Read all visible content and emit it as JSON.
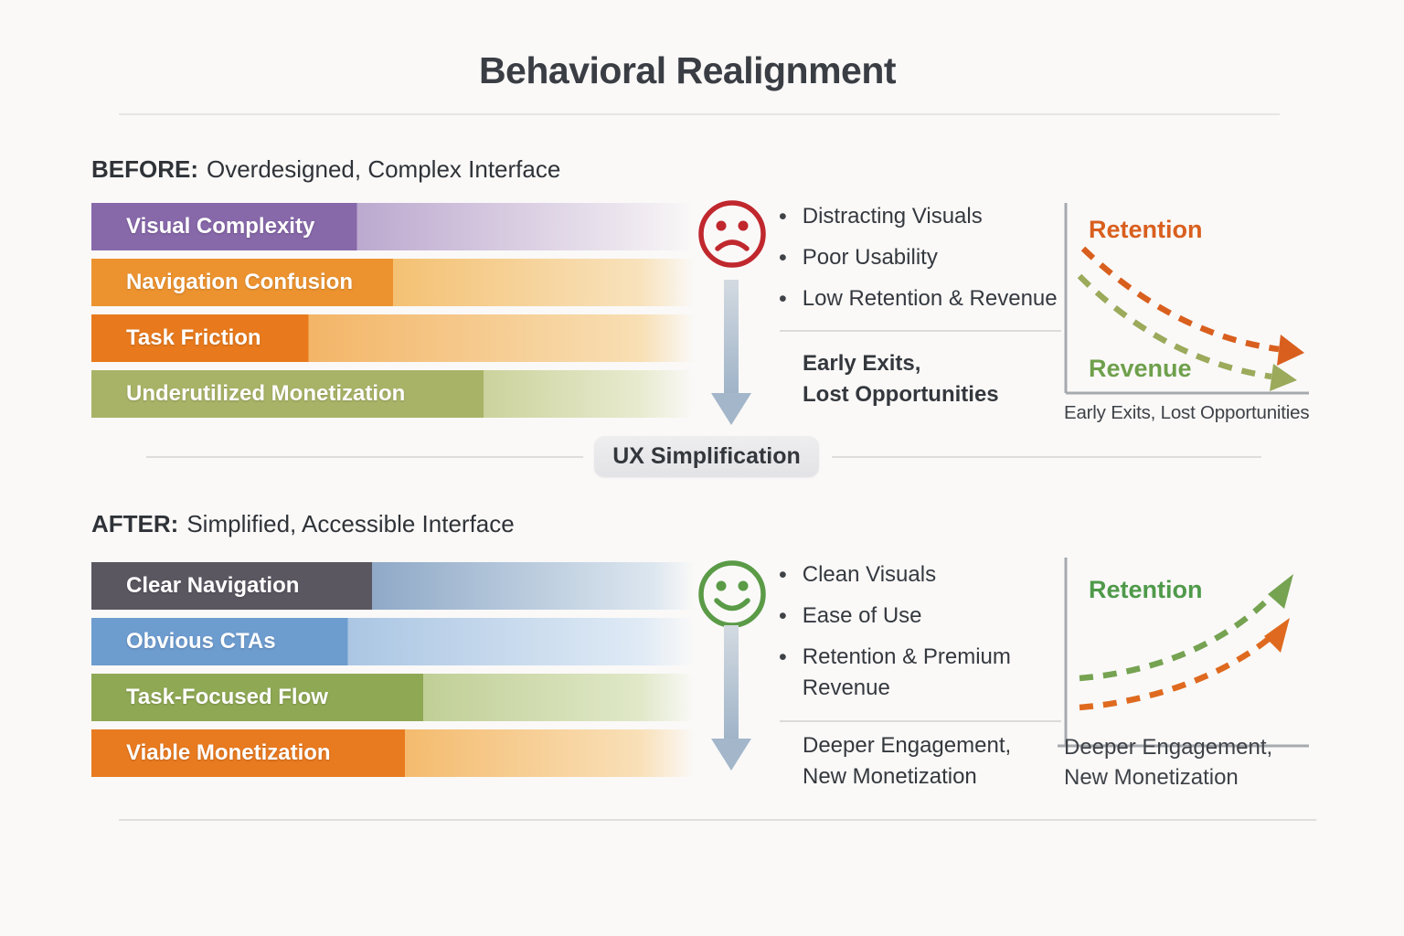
{
  "header": {
    "title": "Behavioral Realignment"
  },
  "transition": {
    "label": "UX Simplification"
  },
  "before": {
    "heading_prefix": "BEFORE:",
    "heading_rest": "Overdesigned, Complex Interface",
    "mood_icon": "sad-face-icon",
    "mood_color": "#C0282E",
    "bars": [
      {
        "label": "Visual Complexity",
        "color": "#8768A9",
        "color_light": "#BCA9CF",
        "color_faint": "#EFE9F0",
        "solid_pct": 44,
        "light_pct": 91
      },
      {
        "label": "Navigation Confusion",
        "color": "#EC9330",
        "color_light": "#F4C173",
        "color_faint": "#F8E2BC",
        "solid_pct": 50,
        "light_pct": 91
      },
      {
        "label": "Task Friction",
        "color": "#E87A1D",
        "color_light": "#F3B567",
        "color_faint": "#F8DFB4",
        "solid_pct": 36,
        "light_pct": 91
      },
      {
        "label": "Underutilized Monetization",
        "color": "#A9B367",
        "color_light": "#CCD29C",
        "color_faint": "#E8EBCF",
        "solid_pct": 65,
        "light_pct": 91
      }
    ],
    "bullets": [
      "Distracting Visuals",
      "Poor Usability",
      "Low Retention & Revenue"
    ],
    "outcome_line1": "Early Exits,",
    "outcome_line2": "Lost Opportunities",
    "chart": {
      "retention_label": "Retention",
      "retention_color": "#D95F1E",
      "retention_curve_color": "#D95F1E",
      "revenue_label": "Revenue",
      "revenue_label_color": "#6FA04C",
      "revenue_curve_color": "#9BAA5B",
      "trend": "declining",
      "caption": "Early Exits, Lost Opportunities"
    }
  },
  "after": {
    "heading_prefix": "AFTER:",
    "heading_rest": "Simplified, Accessible Interface",
    "mood_icon": "happy-face-icon",
    "mood_color": "#5B9B47",
    "bars": [
      {
        "label": "Clear Navigation",
        "color": "#5B5761",
        "color_light": "#8FA9C7",
        "color_faint": "#DCE6EF",
        "solid_pct": 46.5,
        "light_pct": 93
      },
      {
        "label": "Obvious CTAs",
        "color": "#6D9CCF",
        "color_light": "#ABC6E3",
        "color_faint": "#DFEAF5",
        "solid_pct": 42.5,
        "light_pct": 91
      },
      {
        "label": "Task-Focused Flow",
        "color": "#8FA854",
        "color_light": "#C0CF96",
        "color_faint": "#E0E8C8",
        "solid_pct": 55,
        "light_pct": 91
      },
      {
        "label": "Viable Monetization",
        "color": "#E87A20",
        "color_light": "#F4BB6E",
        "color_faint": "#F9E0B8",
        "solid_pct": 52,
        "light_pct": 91
      }
    ],
    "bullets": [
      "Clean Visuals",
      "Ease of Use",
      "Retention & Premium Revenue"
    ],
    "outcome_line1": "Deeper Engagement,",
    "outcome_line2": "New Monetization",
    "chart": {
      "retention_label": "Retention",
      "retention_color": "#4F9A4A",
      "retention_curve_color": "#76A352",
      "revenue_curve_color": "#DF6A1F",
      "trend": "rising",
      "caption_line1": "Deeper Engagement,",
      "caption_line2": "New Monetization"
    }
  }
}
